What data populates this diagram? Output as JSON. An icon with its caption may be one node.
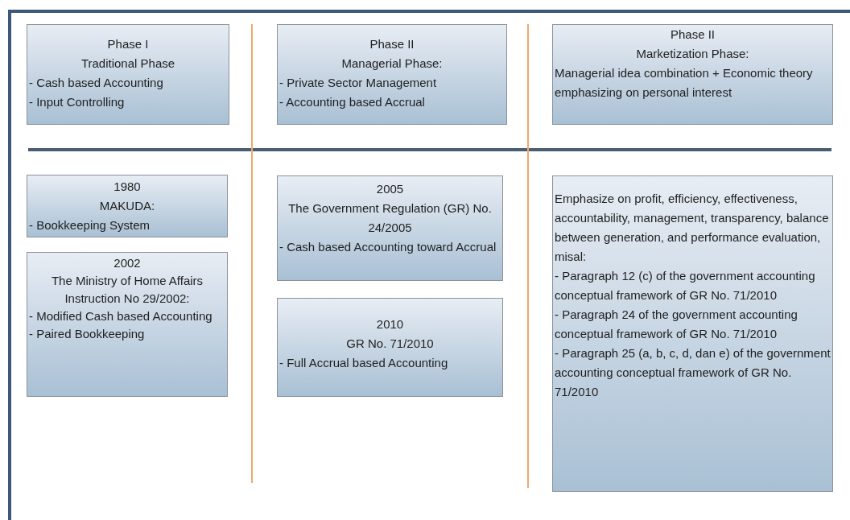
{
  "diagram": {
    "nodes": [
      {
        "text": [
          "Phase I",
          "Traditional Phase",
          "- Cash based Accounting",
          "- Input Controlling"
        ]
      },
      {
        "text": [
          "Phase II",
          "Managerial Phase:",
          "- Private Sector Management",
          "- Accounting based Accrual"
        ]
      },
      {
        "text": [
          "Phase II",
          "Marketization Phase:",
          "Managerial idea combination + Economic theory emphasizing on personal interest"
        ]
      },
      {
        "text": [
          "1980",
          "MAKUDA:",
          "- Bookkeeping System"
        ]
      },
      {
        "text": [
          "2002",
          "The Ministry of Home Affairs Instruction No 29/2002:",
          "- Modified Cash based Accounting",
          "- Paired Bookkeeping"
        ]
      },
      {
        "text": [
          "2005",
          "The Government Regulation (GR) No. 24/2005",
          "- Cash based Accounting toward Accrual"
        ]
      },
      {
        "text": [
          "2010",
          "GR No. 71/2010",
          "- Full Accrual based Accounting"
        ]
      },
      {
        "text": [
          "Emphasize on profit, efficiency, effectiveness, accountability, management, transparency, balance between generation, and performance evaluation, misal:",
          "- Paragraph 12 (c) of the government accounting conceptual framework of GR No. 71/2010",
          "- Paragraph 24 of the government accounting conceptual framework of GR No. 71/2010",
          "- Paragraph 25 (a, b, c, d, dan e) of the government accounting conceptual framework of GR No. 71/2010"
        ]
      }
    ],
    "edges": []
  }
}
